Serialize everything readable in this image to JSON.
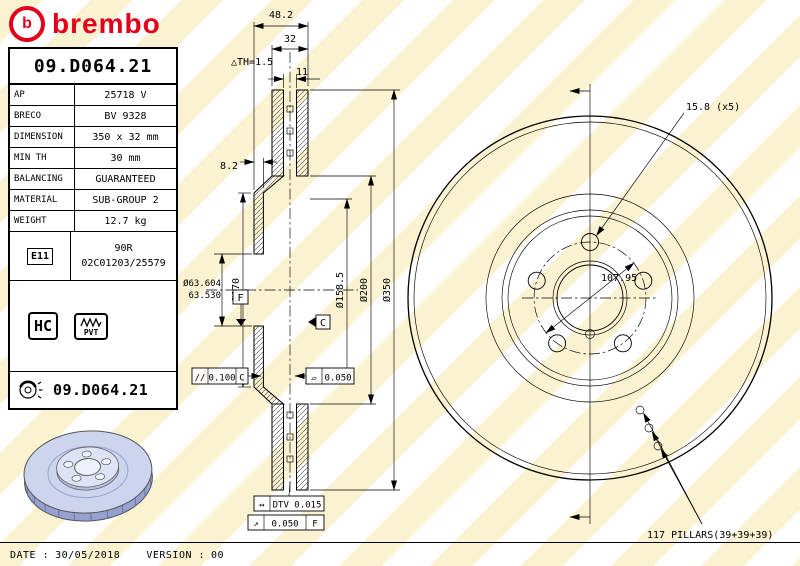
{
  "brand": {
    "name": "brembo",
    "mark_letter": "b",
    "accent_color": "#e2001a"
  },
  "part_number": "09.D064.21",
  "spec_table": {
    "rows": [
      {
        "label": "AP",
        "value": "25718 V"
      },
      {
        "label": "BRECO",
        "value": "BV 9328"
      },
      {
        "label": "DIMENSION",
        "value": "350 x 32 mm"
      },
      {
        "label": "MIN TH",
        "value": "30 mm"
      },
      {
        "label": "BALANCING",
        "value": "GUARANTEED"
      },
      {
        "label": "MATERIAL",
        "value": "SUB-GROUP 2"
      },
      {
        "label": "WEIGHT",
        "value": "12.7 kg"
      }
    ],
    "homologation": {
      "label": "E11",
      "line1": "90R",
      "line2": "02C01203/25579"
    },
    "badges": {
      "hc": "HC",
      "pvt": "PVT"
    },
    "painted_part_number": "09.D064.21"
  },
  "drawing": {
    "dims": {
      "overall_width": "48.2",
      "band_width": "32",
      "th_note": "△TH=1.5",
      "vent_width": "11",
      "flange_th": "8.2",
      "d_bell": "Ø170",
      "bore_max": "Ø63.604",
      "bore_min": "63.530",
      "d_1585": "Ø158.5",
      "d_200": "Ø200",
      "d_350": "Ø350",
      "datum_c": "C",
      "datum_f": "F",
      "par_sym": "//",
      "par_val": "0.100",
      "par_datum": "C",
      "flat_sym": "▱",
      "flat_val": "0.050",
      "dtv_sym": "↔",
      "dtv_text": "DTV 0.015",
      "ro_sym": "↗",
      "ro_val": "0.050",
      "ro_datum": "F",
      "bolt_hole": "15.8 (x5)",
      "bolt_circle": "107.95",
      "pillars": "117 PILLARS(39+39+39)"
    }
  },
  "footer": {
    "date_label": "DATE :",
    "date": "30/05/2018",
    "version_label": "VERSION :",
    "version": "00"
  }
}
